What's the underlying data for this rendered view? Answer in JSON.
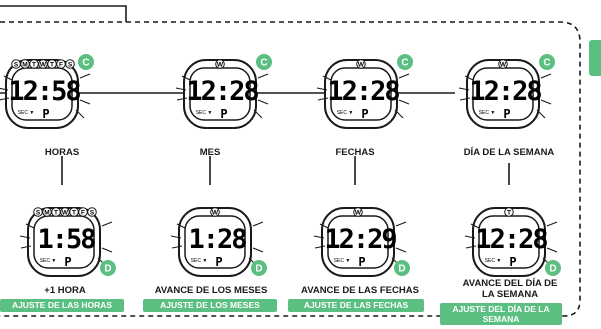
{
  "colors": {
    "accent": "#5cbf82",
    "ink": "#1a1a1a",
    "pill_text": "#ffffff"
  },
  "mode_buttons": {
    "c": "C",
    "d": "D"
  },
  "dial_letters": [
    "S",
    "M",
    "T",
    "W",
    "T",
    "F",
    "S"
  ],
  "watches": [
    {
      "id": "hours",
      "display": "12:58",
      "pm": "P",
      "weekday": "S·M·T·W·T·F·S",
      "sec_label": "SEC ▼"
    },
    {
      "id": "month",
      "display": "12:28",
      "pm": "P",
      "weekday": "W",
      "sec_label": "SEC ▼"
    },
    {
      "id": "date",
      "display": "12:28",
      "pm": "P",
      "weekday": "W",
      "sec_label": "SEC ▼"
    },
    {
      "id": "weekday",
      "display": "12:28",
      "pm": "P",
      "weekday": "W",
      "sec_label": "SEC ▼"
    },
    {
      "id": "hour_adv",
      "display": "1:58",
      "pm": "P",
      "weekday": "S·M·T·W·T·F·S",
      "sec_label": "SEC ▼"
    },
    {
      "id": "month_adv",
      "display": "1:28",
      "pm": "P",
      "weekday": "W",
      "sec_label": "SEC ▼"
    },
    {
      "id": "date_adv",
      "display": "12:29",
      "pm": "P",
      "weekday": "W",
      "sec_label": "SEC ▼"
    },
    {
      "id": "weekday_adv",
      "display": "12:28",
      "pm": "P",
      "weekday": "T",
      "sec_label": "SEC ▼"
    }
  ],
  "top_labels": [
    "HORAS",
    "MES",
    "FECHAS",
    "DÍA DE LA SEMANA"
  ],
  "bottom_labels": [
    "+1 HORA",
    "AVANCE DE LOS MESES",
    "AVANCE DE LAS FECHAS",
    "AVANCE DEL DÍA DE LA SEMANA"
  ],
  "pills": [
    "AJUSTE DE LAS HORAS",
    "AJUSTE DE LOS MESES",
    "AJUSTE DE LAS FECHAS",
    "AJUSTE DEL DÍA DE LA SEMANA"
  ]
}
